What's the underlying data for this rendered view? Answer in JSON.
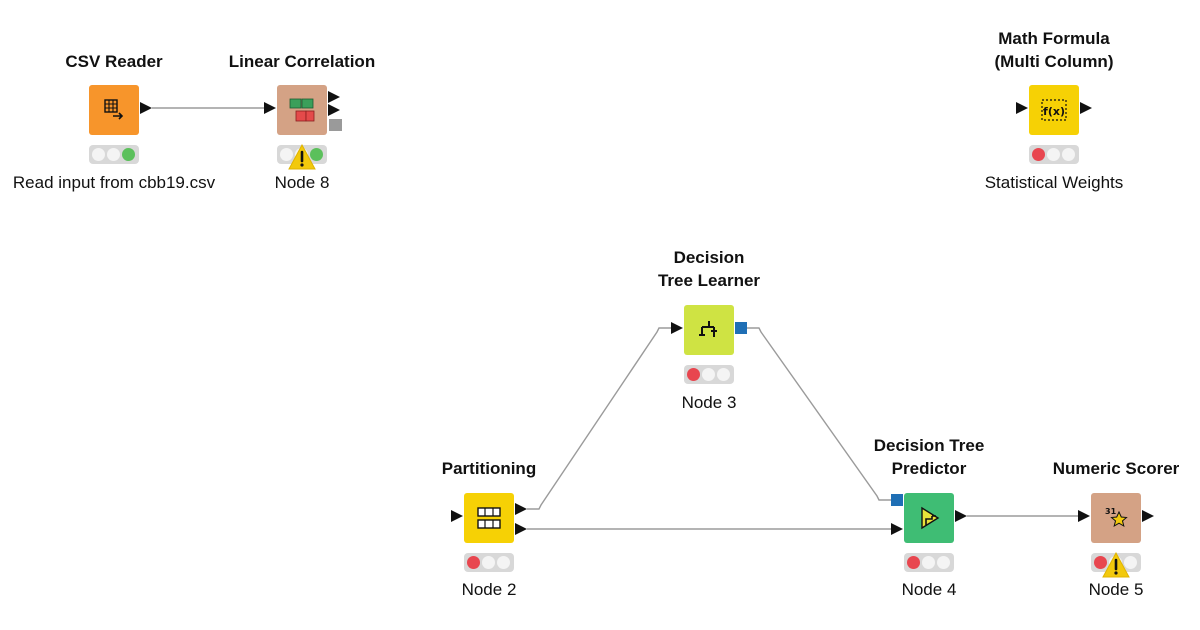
{
  "colors": {
    "connection": "#9b9b9b",
    "port_black": "#111111",
    "port_model": "#1f6fb5",
    "port_gray": "#9a9a9a",
    "source": "#f7952b",
    "visualizer": "#d4a285",
    "manipulator": "#f6d105",
    "learner": "#cfe343",
    "predictor": "#3fbd74",
    "scorer": "#d4a285",
    "warning": "#f2c90c"
  },
  "nodes": [
    {
      "id": "csv-reader",
      "title": "CSV Reader",
      "label": "Read input from cbb19.csv",
      "category": "source",
      "icon": "table-export-icon",
      "status": [
        "off",
        "off",
        "green"
      ],
      "warning": false
    },
    {
      "id": "linear-correlation",
      "title": "Linear Correlation",
      "label": "Node 8",
      "category": "visualizer",
      "icon": "correlation-matrix-icon",
      "status": [
        "off",
        "off",
        "green"
      ],
      "warning": true
    },
    {
      "id": "math-formula",
      "title": "Math Formula\n(Multi Column)",
      "label": "Statistical Weights",
      "category": "manipulator",
      "icon": "function-icon",
      "icon_text": "f(x)",
      "status": [
        "red",
        "off",
        "off"
      ],
      "warning": false
    },
    {
      "id": "decision-tree-learner",
      "title": "Decision\nTree Learner",
      "label": "Node 3",
      "category": "learner",
      "icon": "tree-icon",
      "status": [
        "red",
        "off",
        "off"
      ],
      "warning": false
    },
    {
      "id": "partitioning",
      "title": "Partitioning",
      "label": "Node 2",
      "category": "manipulator",
      "icon": "partition-icon",
      "status": [
        "red",
        "off",
        "off"
      ],
      "warning": false
    },
    {
      "id": "decision-tree-predictor",
      "title": "Decision Tree\nPredictor",
      "label": "Node 4",
      "category": "predictor",
      "icon": "predictor-icon",
      "status": [
        "red",
        "off",
        "off"
      ],
      "warning": false
    },
    {
      "id": "numeric-scorer",
      "title": "Numeric Scorer",
      "label": "Node 5",
      "category": "scorer",
      "icon": "scorer-star-icon",
      "icon_text": "31",
      "status": [
        "red",
        "off",
        "off"
      ],
      "warning": true
    }
  ],
  "connections": [
    {
      "from": "csv-reader",
      "out": 0,
      "to": "linear-correlation",
      "in": 0
    },
    {
      "from": "partitioning",
      "out": 0,
      "to": "decision-tree-learner",
      "in": 0
    },
    {
      "from": "partitioning",
      "out": 1,
      "to": "decision-tree-predictor",
      "in": 1
    },
    {
      "from": "decision-tree-learner",
      "out": 0,
      "to": "decision-tree-predictor",
      "in": 0
    },
    {
      "from": "decision-tree-predictor",
      "out": 0,
      "to": "numeric-scorer",
      "in": 0
    }
  ]
}
